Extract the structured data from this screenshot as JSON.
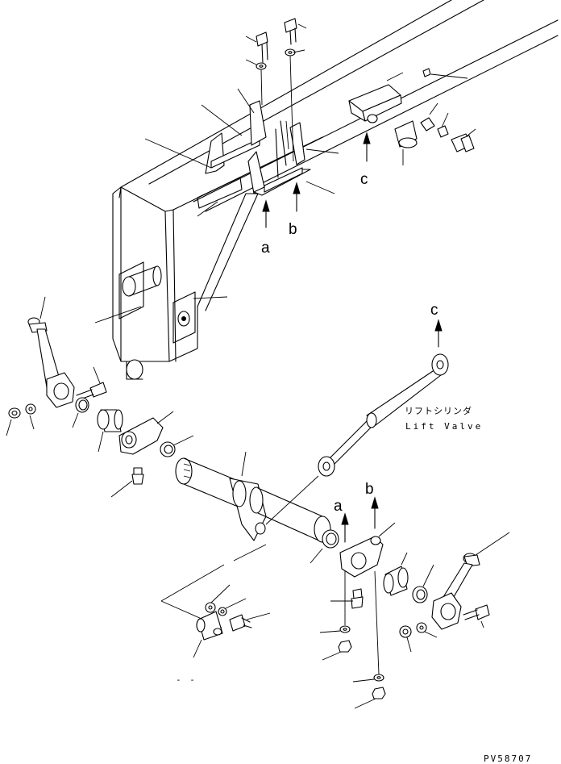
{
  "labels": {
    "a_top": "a",
    "b_top": "b",
    "c_top": "c",
    "c_cyl": "c",
    "a_bottom": "a",
    "b_bottom": "b"
  },
  "cylinder": {
    "name_jp": "リフトシリンダ",
    "name_en": "Lift Valve"
  },
  "footnote_mark": "- -",
  "drawing_code": "PV58707"
}
